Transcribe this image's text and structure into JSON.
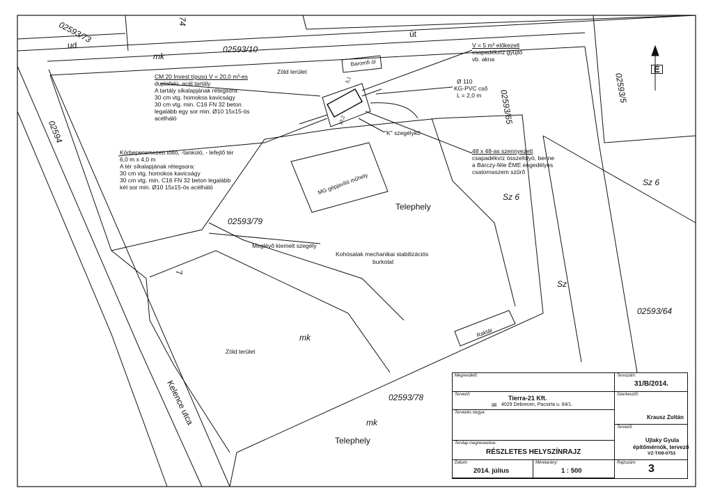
{
  "north_arrow": {
    "icon": "north-arrow-icon",
    "letter": "É"
  },
  "parcels": {
    "p73": "02593/73",
    "ud": "ud",
    "p74": "74",
    "ut": "út",
    "mk_top": "mk",
    "p10": "02593/10",
    "p5": "02593/5",
    "p65": "02593/65",
    "p2594": "02594",
    "p79": "02593/79",
    "p7": "7",
    "sz6_right": "Sz 6",
    "sz6_mid": "Sz 6",
    "sz": "Sz",
    "p64": "02593/64",
    "mk_mid": "mk",
    "p78": "02593/78",
    "mk_bottom": "mk",
    "street": "Kelence utca"
  },
  "areas": {
    "zold_top": "Zöld terület",
    "zold_bottom": "Zöld terület",
    "baromfi": "Baromfi ól",
    "mg_shop": "MG gépjavító műhely",
    "telephely_mid": "Telephely",
    "telephely_bottom": "Telephely",
    "surface": [
      "Kohósalak mechanikai stabilizációs",
      "burkolat"
    ],
    "raktar": "Raktár"
  },
  "notes": {
    "tank": [
      "CM 20 Invest típusú V = 20,0 m³-es",
      "duplafalú, acél tartály",
      "A tartály síkalapjának rétegsora:",
      "30 cm vtg. homokos kavicságy",
      "30 cm vtg. min. C16 FN 32 beton",
      "legalább egy sor min. Ø10 15x15-ös",
      "acélháló"
    ],
    "area": [
      "Körbeperemezett töltő, -tankoló, - lefejtő tér",
      "6,0 m x 4,0 m",
      "A tér síkalapjának rétegsora:",
      "30 cm vtg. homokos kavicságy",
      "30 cm vtg. min. C16 FN 32 beton legalább",
      "két sor min. Ø10 15x15-ös acélháló"
    ],
    "collector": [
      "V = 5 m³ előkezelt",
      "csapadékvíz gyűjtő",
      "vb. akna"
    ],
    "pipe": [
      "Ø 110",
      "KG-PVC cső",
      "L = 2,0 m"
    ],
    "drain": [
      "48 x 48-as szennyezett",
      "csapadékvíz összefolyó, benne",
      "a Bárczy-féle ÉME engedélyes",
      "csatornaszem szűrő"
    ],
    "kerb_k": "\"K\" szegélykő",
    "kerb_existing": "Meglévő kiemelt szegély",
    "dim_51": "5,1",
    "dim_102": "10,2"
  },
  "titleblock": {
    "client_cap": "Megrendelő:",
    "designer_cap": "Tervező:",
    "designer_name": "Tierra-21 Kft.",
    "designer_addr": "4029 Debrecen, Pacsirta u. 64/1.",
    "subject_cap": "Tervezés tárgya:",
    "plan_name_cap": "Tervlap megnevezése:",
    "plan_name": "RÉSZLETES HELYSZÍNRAJZ",
    "date_cap": "Dátum:",
    "date": "2014. július",
    "scale_cap": "Méretarány:",
    "scale": "1 : 500",
    "plan_no_cap": "Tervszám:",
    "plan_no": "31/B/2014.",
    "editor_cap": "Szerkesztő:",
    "editor": "Krausz Zoltán",
    "engineer_cap": "Tervező:",
    "engineer_name": "Ujlaky Gyula",
    "engineer_title": "építőmérnök, tervező",
    "engineer_id": "VZ-T/09-0753",
    "sheet_cap": "Rajzszám:",
    "sheet": "3"
  }
}
